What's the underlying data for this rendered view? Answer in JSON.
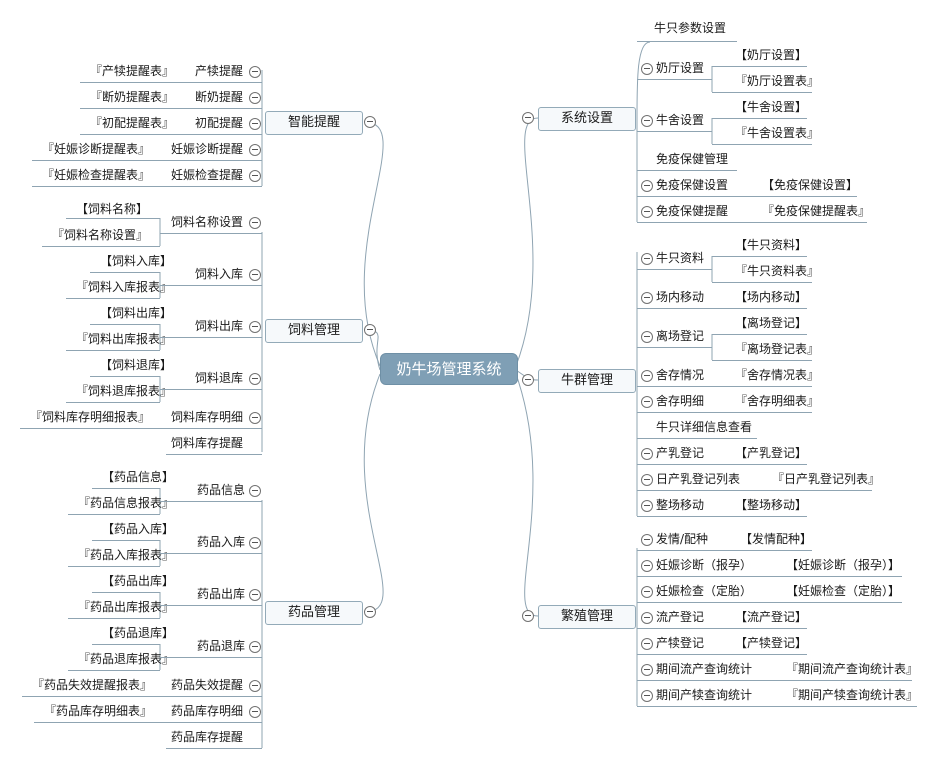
{
  "root": "奶牛场管理系统",
  "modules": {
    "system": "系统设置",
    "herd": "牛群管理",
    "breeding": "繁殖管理",
    "reminder": "智能提醒",
    "feed": "饲料管理",
    "medicine": "药品管理"
  },
  "system": {
    "cattle_params": "牛只参数设置",
    "parlor": "奶厅设置",
    "parlor_a": "【奶厅设置】",
    "parlor_b": "『奶厅设置表』",
    "barn": "牛舍设置",
    "barn_a": "【牛舍设置】",
    "barn_b": "『牛舍设置表』",
    "immune_mgmt": "免疫保健管理",
    "immune_set": "免疫保健设置",
    "immune_set_a": "【免疫保健设置】",
    "immune_remind": "免疫保健提醒",
    "immune_remind_a": "『免疫保健提醒表』"
  },
  "herd": {
    "cattle_info": "牛只资料",
    "cattle_info_a": "【牛只资料】",
    "cattle_info_b": "『牛只资料表』",
    "move": "场内移动",
    "move_a": "【场内移动】",
    "leave": "离场登记",
    "leave_a": "【离场登记】",
    "leave_b": "『离场登记表』",
    "stock": "舍存情况",
    "stock_a": "『舍存情况表』",
    "stock_detail": "舍存明细",
    "stock_detail_a": "『舍存明细表』",
    "detail_view": "牛只详细信息查看",
    "milk": "产乳登记",
    "milk_a": "【产乳登记】",
    "daily_milk": "日产乳登记列表",
    "daily_milk_a": "『日产乳登记列表』",
    "group_move": "整场移动",
    "group_move_a": "【整场移动】"
  },
  "breeding": {
    "estrus": "发情/配种",
    "estrus_a": "【发情配种】",
    "preg_report": "妊娠诊断（报孕）",
    "preg_report_a": "【妊娠诊断（报孕）】",
    "preg_check": "妊娠检查（定胎）",
    "preg_check_a": "【妊娠检查（定胎）】",
    "abort": "流产登记",
    "abort_a": "【流产登记】",
    "calving": "产犊登记",
    "calving_a": "【产犊登记】",
    "abort_stat": "期间流产查询统计",
    "abort_stat_a": "『期间流产查询统计表』",
    "calving_stat": "期间产犊查询统计",
    "calving_stat_a": "『期间产犊查询统计表』"
  },
  "reminder": {
    "calving": "产犊提醒",
    "calving_a": "『产犊提醒表』",
    "wean": "断奶提醒",
    "wean_a": "『断奶提醒表』",
    "first_mate": "初配提醒",
    "first_mate_a": "『初配提醒表』",
    "preg_diag": "妊娠诊断提醒",
    "preg_diag_a": "『妊娠诊断提醒表』",
    "preg_check": "妊娠检查提醒",
    "preg_check_a": "『妊娠检查提醒表』"
  },
  "feed": {
    "name_set": "饲料名称设置",
    "name_a": "【饲料名称】",
    "name_b": "『饲料名称设置』",
    "in": "饲料入库",
    "in_a": "【饲料入库】",
    "in_b": "『饲料入库报表』",
    "out": "饲料出库",
    "out_a": "【饲料出库】",
    "out_b": "『饲料出库报表』",
    "ret": "饲料退库",
    "ret_a": "【饲料退库】",
    "ret_b": "『饲料退库报表』",
    "stock_detail": "饲料库存明细",
    "stock_detail_a": "『饲料库存明细报表』",
    "stock_remind": "饲料库存提醒"
  },
  "medicine": {
    "info": "药品信息",
    "info_a": "【药品信息】",
    "info_b": "『药品信息报表』",
    "in": "药品入库",
    "in_a": "【药品入库】",
    "in_b": "『药品入库报表』",
    "out": "药品出库",
    "out_a": "【药品出库】",
    "out_b": "『药品出库报表』",
    "ret": "药品退库",
    "ret_a": "【药品退库】",
    "ret_b": "『药品退库报表』",
    "expire": "药品失效提醒",
    "expire_a": "『药品失效提醒报表』",
    "stock_detail": "药品库存明细",
    "stock_detail_a": "『药品库存明细表』",
    "stock_remind": "药品库存提醒"
  }
}
